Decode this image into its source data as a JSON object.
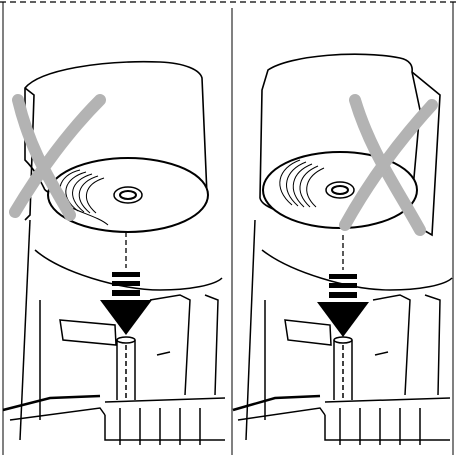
{
  "figure": {
    "panels": [
      {
        "id": "left",
        "wrong_marker": "x-mark",
        "roll_state": "label-roll-unwound-left"
      },
      {
        "id": "right",
        "wrong_marker": "x-mark",
        "roll_state": "label-roll-unwound-right"
      }
    ],
    "colors": {
      "line": "#000000",
      "x_mark": "#b3b3b3",
      "background": "#ffffff"
    },
    "icons": [
      "label-roll",
      "spindle",
      "down-arrow",
      "x-mark",
      "printer-housing"
    ]
  }
}
